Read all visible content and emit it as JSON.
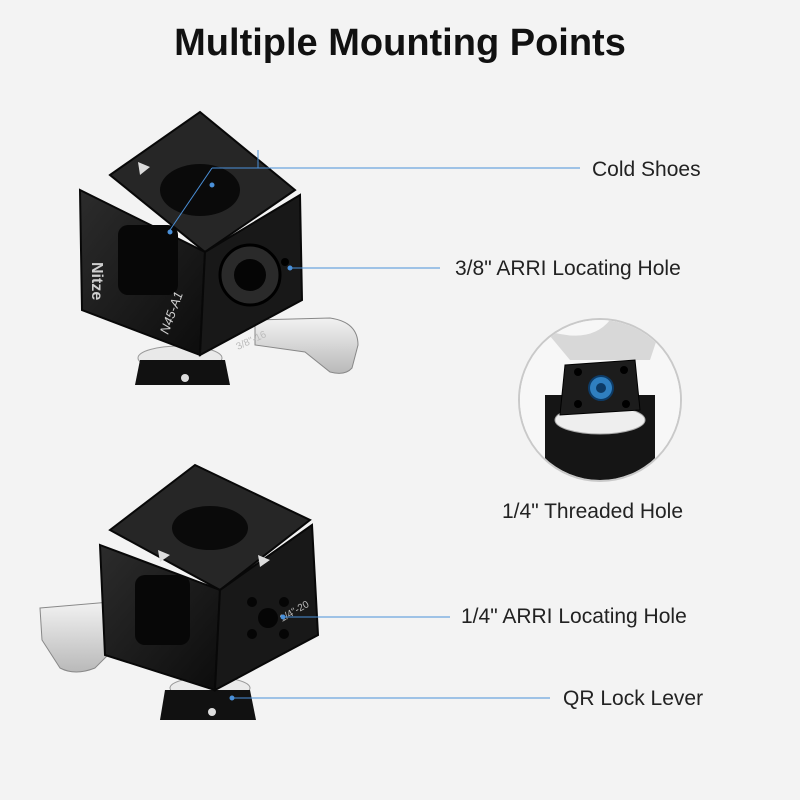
{
  "title": "Multiple Mounting Points",
  "labels": {
    "cold_shoes": "Cold Shoes",
    "arri_38": "3/8\" ARRI Locating Hole",
    "threaded_14": "1/4\" Threaded Hole",
    "arri_14": "1/4\" ARRI Locating Hole",
    "qr_lock": "QR Lock Lever"
  },
  "engravings": {
    "brand": "Nitze",
    "model": "N45-A1",
    "thread_38": "3/8\"-16",
    "thread_14": "1/4\"-20"
  },
  "colors": {
    "background": "#f3f3f3",
    "leader_line": "#4a90d9",
    "body": "#1a1a1a",
    "accent_blue": "#2f7fc0"
  }
}
